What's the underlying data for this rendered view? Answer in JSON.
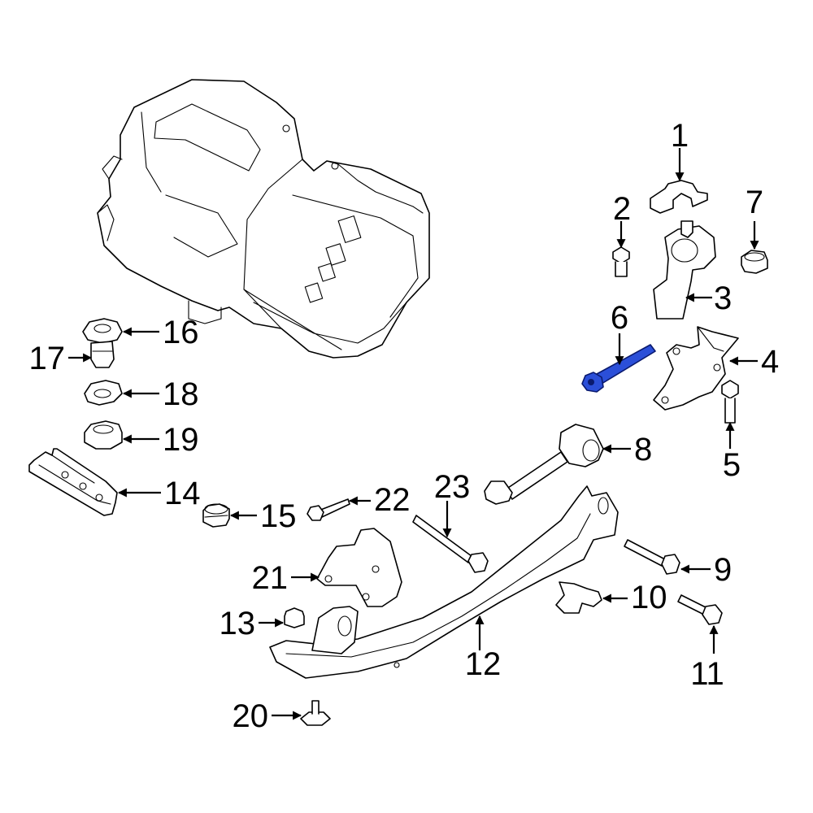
{
  "highlight_color": "#2b4fd8",
  "callouts": [
    {
      "id": "1",
      "text": "1"
    },
    {
      "id": "2",
      "text": "2"
    },
    {
      "id": "3",
      "text": "3"
    },
    {
      "id": "4",
      "text": "4"
    },
    {
      "id": "5",
      "text": "5"
    },
    {
      "id": "6",
      "text": "6"
    },
    {
      "id": "7",
      "text": "7"
    },
    {
      "id": "8",
      "text": "8"
    },
    {
      "id": "9",
      "text": "9"
    },
    {
      "id": "10",
      "text": "10"
    },
    {
      "id": "11",
      "text": "11"
    },
    {
      "id": "12",
      "text": "12"
    },
    {
      "id": "13",
      "text": "13"
    },
    {
      "id": "14",
      "text": "14"
    },
    {
      "id": "15",
      "text": "15"
    },
    {
      "id": "16",
      "text": "16"
    },
    {
      "id": "17",
      "text": "17"
    },
    {
      "id": "18",
      "text": "18"
    },
    {
      "id": "19",
      "text": "19"
    },
    {
      "id": "20",
      "text": "20"
    },
    {
      "id": "21",
      "text": "21"
    },
    {
      "id": "22",
      "text": "22"
    },
    {
      "id": "23",
      "text": "23"
    }
  ],
  "highlighted_part": "6"
}
